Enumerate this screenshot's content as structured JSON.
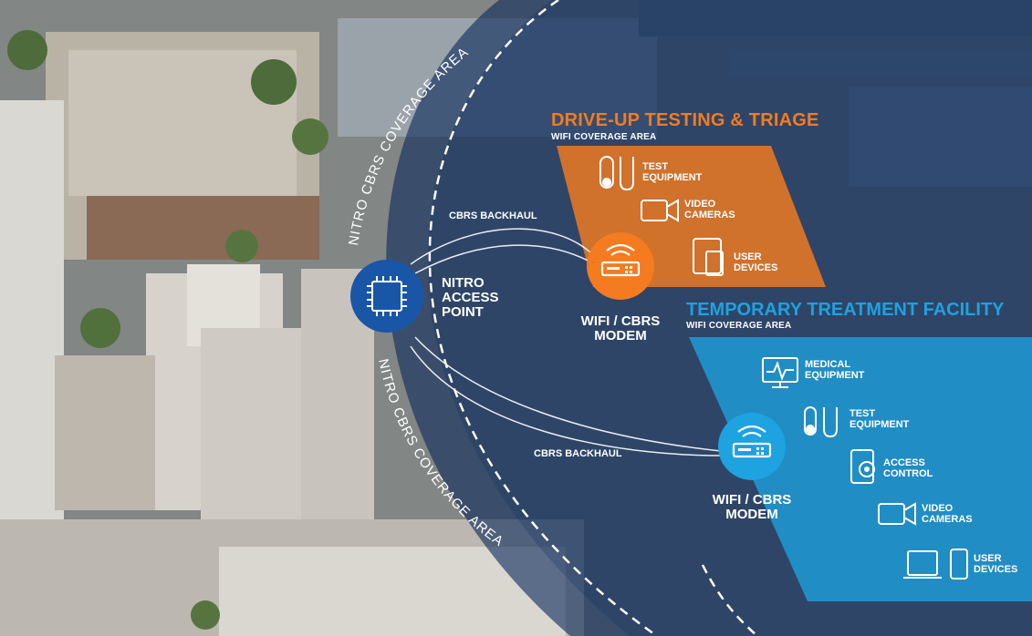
{
  "coverage": {
    "nitro_cbrs_top": "NITRO CBRS COVERAGE AREA",
    "nitro_cbrs_bottom": "NITRO CBRS COVERAGE AREA"
  },
  "drive_up": {
    "title": "DRIVE-UP TESTING & TRIAGE",
    "subtitle": "WIFI COVERAGE AREA",
    "items": [
      "TEST\nEQUIPMENT",
      "VIDEO\nCAMERAS",
      "USER\nDEVICES"
    ],
    "color": "#f47b20"
  },
  "treatment": {
    "title": "TEMPORARY TREATMENT FACILITY",
    "subtitle": "WIFI COVERAGE AREA",
    "items": [
      "MEDICAL\nEQUIPMENT",
      "TEST\nEQUIPMENT",
      "ACCESS\nCONTROL",
      "VIDEO\nCAMERAS",
      "USER\nDEVICES"
    ],
    "color": "#1ea2e0"
  },
  "nitro": {
    "label": "NITRO\nACCESS\nPOINT",
    "color": "#1a56a8"
  },
  "backhaul": {
    "top": "CBRS BACKHAUL",
    "bottom": "CBRS BACKHAUL"
  },
  "modem_orange": {
    "label": "WIFI / CBRS\nMODEM"
  },
  "modem_blue": {
    "label": "WIFI / CBRS\nMODEM"
  }
}
